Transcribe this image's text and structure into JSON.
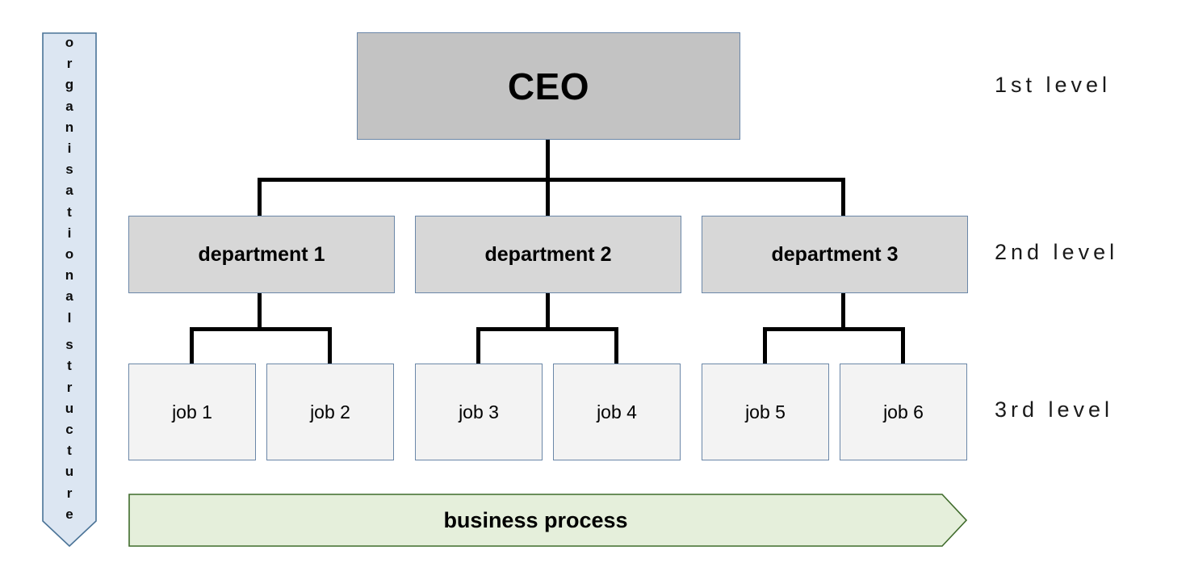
{
  "diagram": {
    "title": "organisational structure / business process chart",
    "colors": {
      "ceo_fill": "#c3c3c3",
      "department_fill": "#d7d7d7",
      "job_fill": "#f3f3f3",
      "node_border": "#6b87a8",
      "connector": "#000000",
      "vertical_arrow_fill": "#dce6f2",
      "vertical_arrow_border": "#4a7397",
      "process_arrow_fill": "#e5efdb",
      "process_arrow_border": "#3f6b2b",
      "label_text": "#1a1a1a"
    }
  },
  "vertical_arrow": {
    "full_text": "organisational structure",
    "word_1": "organisational",
    "word_2": "structure",
    "letters_word_1": [
      "o",
      "r",
      "g",
      "a",
      "n",
      "i",
      "s",
      "a",
      "t",
      "i",
      "o",
      "n",
      "a",
      "l"
    ],
    "letters_word_2": [
      "s",
      "t",
      "r",
      "u",
      "c",
      "t",
      "u",
      "r",
      "e"
    ],
    "direction": "down"
  },
  "levels": [
    {
      "id": "level-1",
      "label": "1st level"
    },
    {
      "id": "level-2",
      "label": "2nd level"
    },
    {
      "id": "level-3",
      "label": "3rd level"
    }
  ],
  "nodes": {
    "ceo": {
      "label": "CEO",
      "level": 1
    },
    "departments": [
      {
        "id": "department-1",
        "label": "department 1",
        "level": 2
      },
      {
        "id": "department-2",
        "label": "department 2",
        "level": 2
      },
      {
        "id": "department-3",
        "label": "department 3",
        "level": 2
      }
    ],
    "jobs": [
      {
        "id": "job-1",
        "label": "job 1",
        "level": 3,
        "parent": "department-1"
      },
      {
        "id": "job-2",
        "label": "job 2",
        "level": 3,
        "parent": "department-1"
      },
      {
        "id": "job-3",
        "label": "job 3",
        "level": 3,
        "parent": "department-2"
      },
      {
        "id": "job-4",
        "label": "job 4",
        "level": 3,
        "parent": "department-2"
      },
      {
        "id": "job-5",
        "label": "job 5",
        "level": 3,
        "parent": "department-3"
      },
      {
        "id": "job-6",
        "label": "job 6",
        "level": 3,
        "parent": "department-3"
      }
    ]
  },
  "process_arrow": {
    "label": "business process",
    "direction": "right"
  }
}
